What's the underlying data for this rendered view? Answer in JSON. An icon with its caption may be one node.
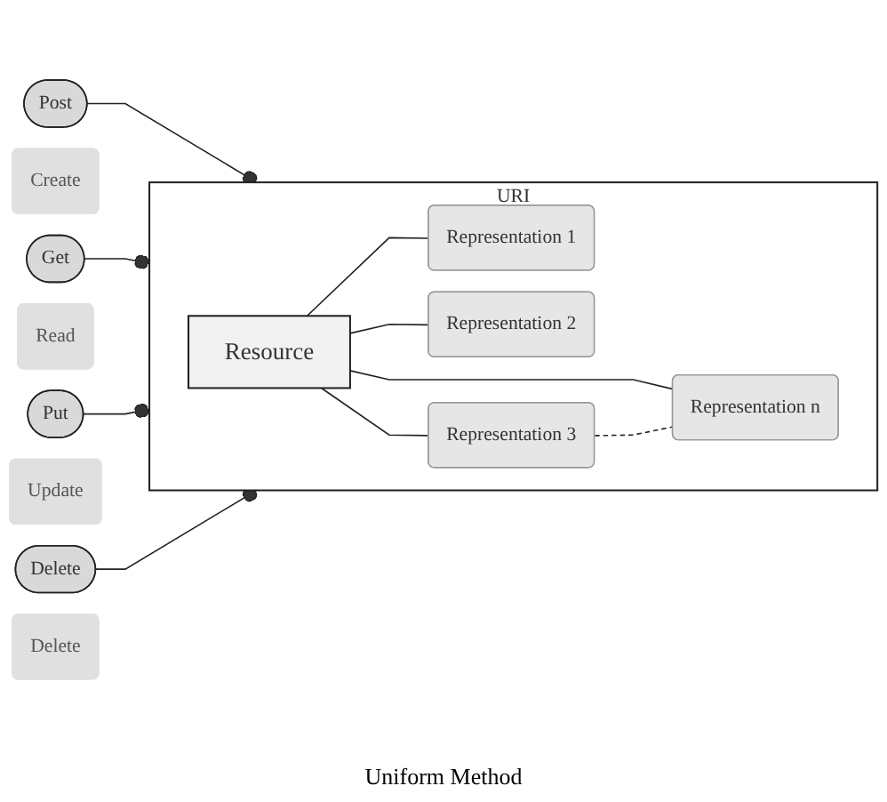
{
  "diagram": {
    "nodes": [
      {
        "text": [
          "URI"
        ]
      },
      {
        "text": [
          "Resource"
        ],
        "in": 0
      },
      {
        "text": [
          "Representation 1"
        ],
        "in": 0
      },
      {
        "text": [
          "Representation 2"
        ],
        "in": 0
      },
      {
        "text": [
          "Representation 3"
        ],
        "in": 0
      },
      {
        "text": [
          "Representation n"
        ],
        "in": 0
      },
      {
        "text": [
          "Post"
        ]
      },
      {
        "text": [
          "Create"
        ]
      },
      {
        "text": [
          "Get"
        ]
      },
      {
        "text": [
          "Read"
        ]
      },
      {
        "text": [
          "Put"
        ]
      },
      {
        "text": [
          "Update"
        ]
      },
      {
        "text": [
          "Delete"
        ]
      },
      {
        "text": [
          "Delete"
        ]
      }
    ],
    "edges": [
      {
        "from": 1,
        "to": 2,
        "arrow": "none"
      },
      {
        "from": 1,
        "to": 3,
        "arrow": "none"
      },
      {
        "from": 1,
        "to": 4,
        "arrow": "none"
      },
      {
        "from": 1,
        "to": 5,
        "arrow": "none"
      },
      {
        "from": 4,
        "to": 5,
        "arrow": "none",
        "style": "dashed"
      },
      {
        "from": 6,
        "to": 0,
        "arrow": "other"
      },
      {
        "from": 8,
        "to": 0,
        "arrow": "other"
      },
      {
        "from": 10,
        "to": 0,
        "arrow": "other"
      },
      {
        "from": 12,
        "to": 0,
        "arrow": "other"
      }
    ],
    "labels": [
      "Uniform Method"
    ]
  }
}
